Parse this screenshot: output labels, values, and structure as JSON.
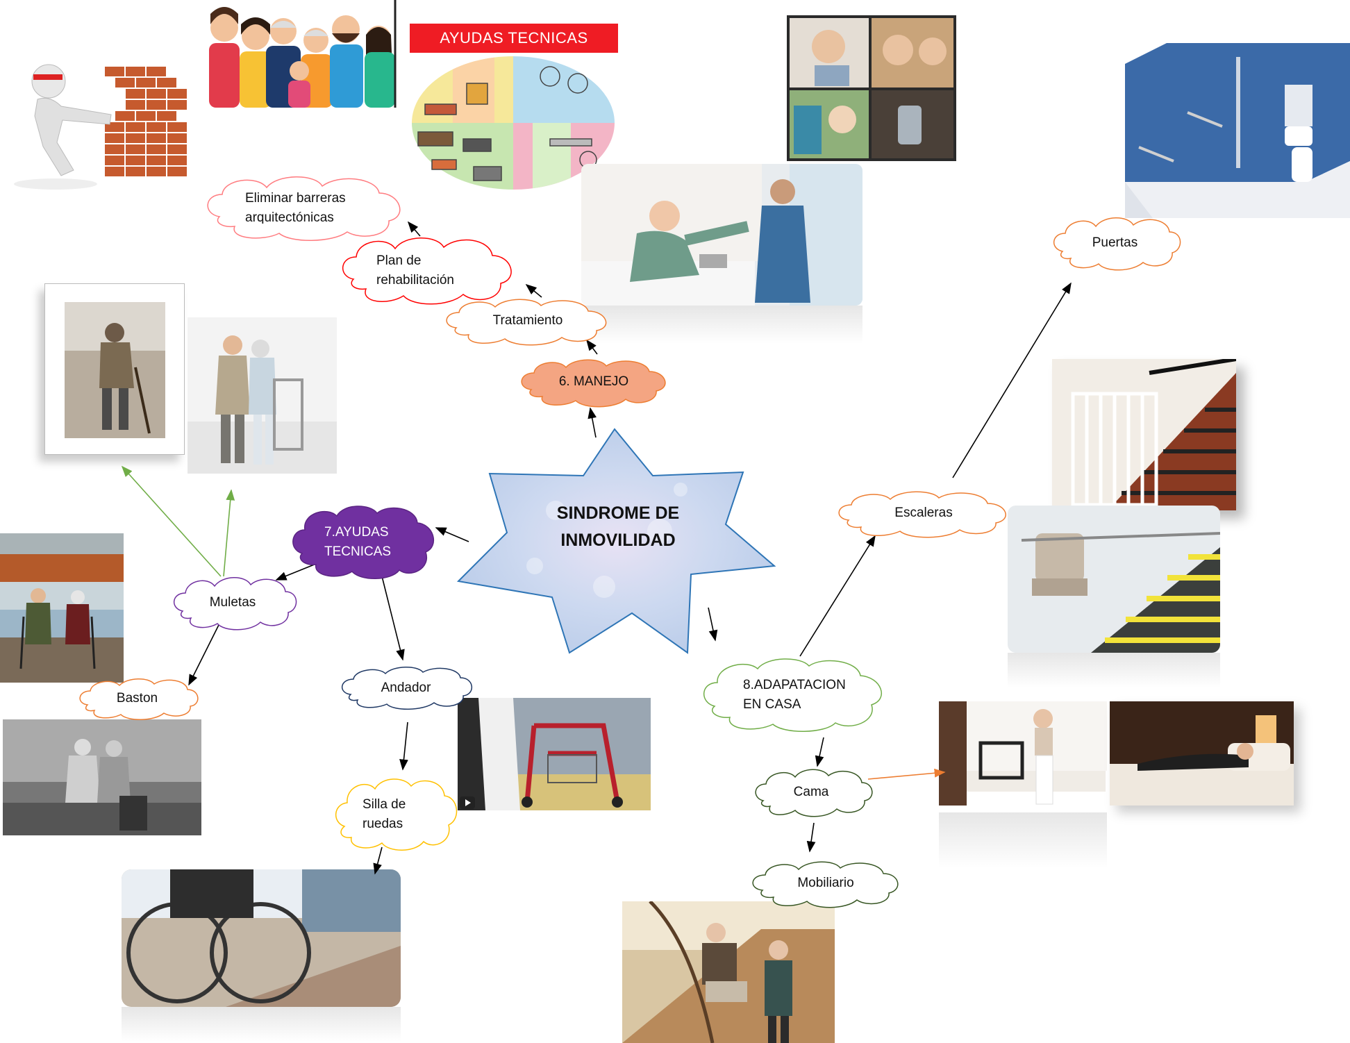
{
  "center": {
    "title": "SINDROME DE\nINMOVILIDAD"
  },
  "banner": {
    "title": "AYUDAS TECNICAS"
  },
  "nodes": {
    "manejo": "6. MANEJO",
    "tratamiento": "Tratamiento",
    "plan": "Plan de\nrehabilitación",
    "eliminar": "Eliminar barreras\narquitectónicas",
    "ayudas": "7.AYUDAS\nTECNICAS",
    "muletas": "Muletas",
    "baston": "Baston",
    "andador": "Andador",
    "silla": "Silla de\nruedas",
    "adaptacion": "8.ADAPATACION\nEN CASA",
    "escaleras": "Escaleras",
    "puertas": "Puertas",
    "cama": "Cama",
    "mobiliario": "Mobiliario"
  },
  "colors": {
    "manejo_fill": "#f4a582",
    "manejo_stroke": "#ed7d31",
    "ayudas_fill": "#7030a0",
    "orange_stroke": "#ed7d31",
    "red_stroke": "#ff0000",
    "pink_stroke": "#ff7c80",
    "purple_stroke": "#7030a0",
    "navy_stroke": "#1f3864",
    "yellow_stroke": "#ffc000",
    "green_stroke": "#70ad47",
    "darkgreen_stroke": "#375623",
    "star_stroke": "#2e75b6",
    "banner_bg": "#ef1c24"
  },
  "icons": [
    "play-icon"
  ]
}
